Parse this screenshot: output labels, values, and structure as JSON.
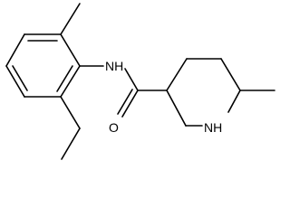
{
  "structure": {
    "atoms": {
      "amide_nh": "NH",
      "carbonyl_o": "O",
      "ring_nh": "NH"
    }
  },
  "colors": {
    "bond": "#000000",
    "label": "#000000",
    "background": "#ffffff"
  }
}
